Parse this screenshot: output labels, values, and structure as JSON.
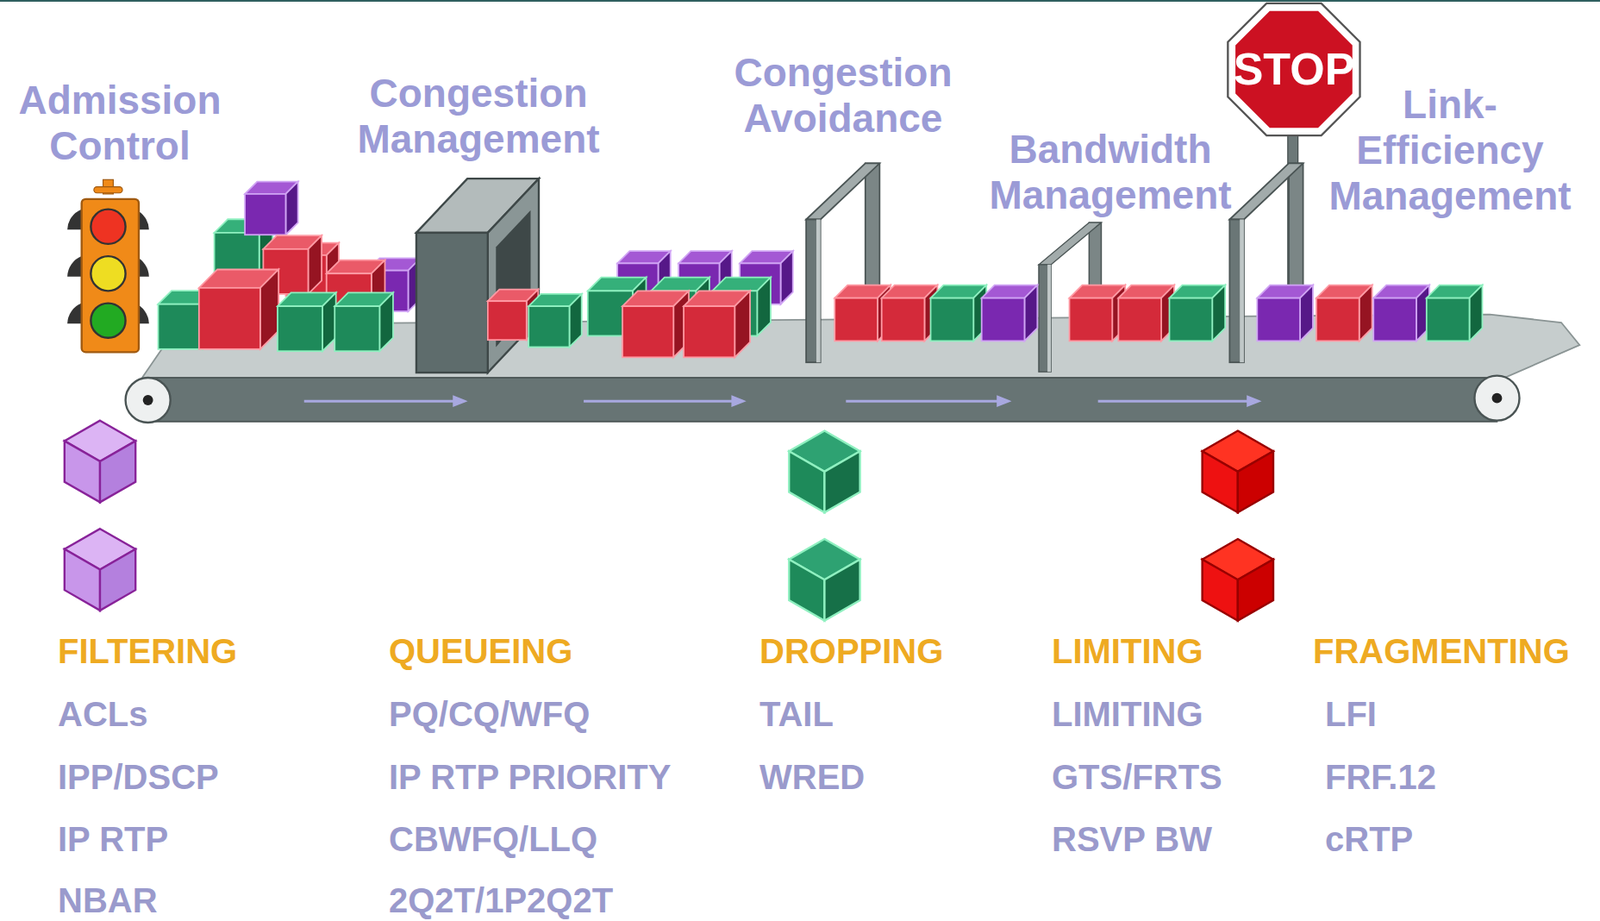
{
  "diagram": {
    "labels": [
      "Admission Control",
      "Congestion Management",
      "Congestion Avoidance",
      "Bandwidth Management",
      "STOP",
      "Link- Efficiency Management",
      "FILTERING",
      "ACLs",
      "IPP/DSCP",
      "IP RTP",
      "NBAR",
      "QUEUEING",
      "PQ/CQ/WFQ",
      "IP RTP PRIORITY",
      "CBWFQ/LLQ",
      "2Q2T/1P2Q2T",
      "DROPPING",
      "TAIL",
      "WRED",
      "LIMITING",
      "LIMITING",
      "GTS/FRTS",
      "RSVP BW",
      "FRAGMENTING",
      "LFI",
      "FRF.12",
      "cRTP"
    ]
  }
}
